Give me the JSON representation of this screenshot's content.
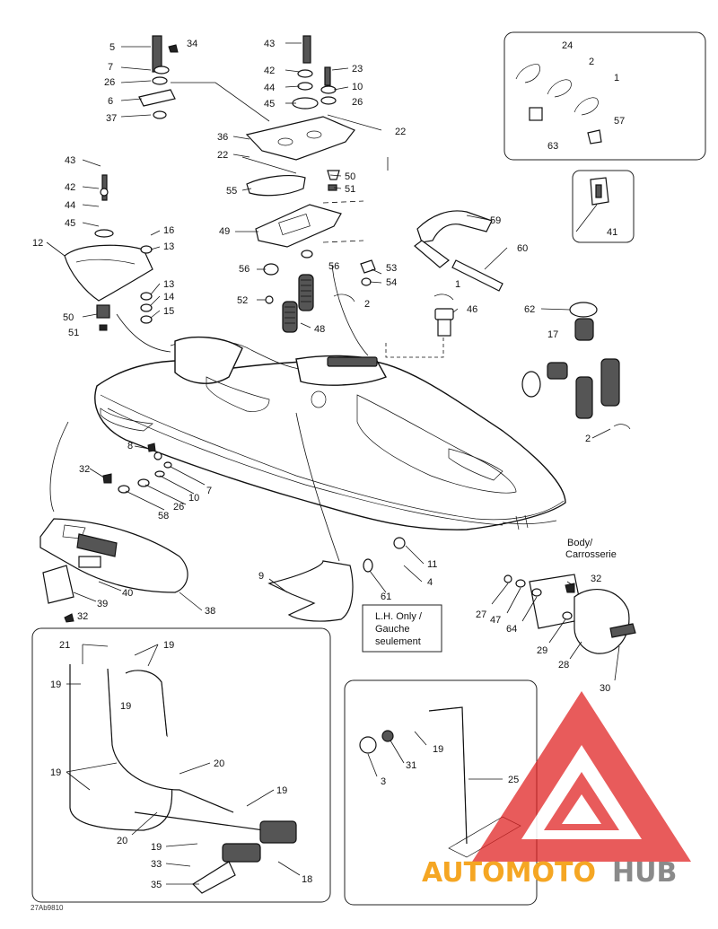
{
  "diagram": {
    "part_numbers": [
      "1",
      "2",
      "3",
      "4",
      "5",
      "6",
      "7",
      "8",
      "9",
      "10",
      "11",
      "12",
      "13",
      "14",
      "15",
      "16",
      "17",
      "18",
      "19",
      "20",
      "21",
      "22",
      "23",
      "24",
      "25",
      "26",
      "27",
      "28",
      "29",
      "30",
      "31",
      "32",
      "33",
      "34",
      "35",
      "36",
      "37",
      "38",
      "39",
      "40",
      "41",
      "42",
      "43",
      "44",
      "45",
      "46",
      "47",
      "48",
      "49",
      "50",
      "51",
      "52",
      "53",
      "54",
      "55",
      "56",
      "57",
      "58",
      "59",
      "60",
      "61",
      "62",
      "63",
      "64"
    ],
    "body_label_en": "Body/",
    "body_label_fr": "Carrosserie",
    "lh_only_line1": "L.H. Only /",
    "lh_only_line2": "Gauche",
    "lh_only_line3": "seulement",
    "drawing_code": "27Ab9810"
  },
  "watermark": {
    "text_orange": "AUTOMOTO",
    "text_gray": "HUB",
    "colors": {
      "orange": "#f5a623",
      "red": "#e02424",
      "gray": "#8a8a8a"
    }
  }
}
